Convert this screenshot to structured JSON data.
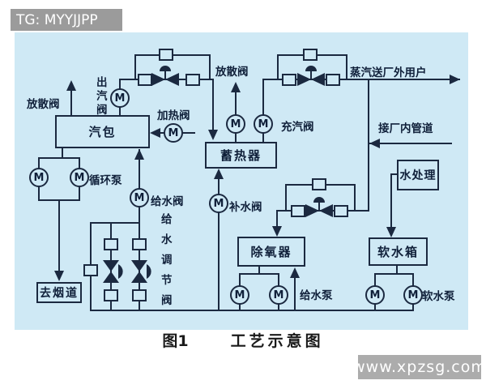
{
  "header": {
    "tag": "TG: MYYJJPP"
  },
  "motor_symbol": "M",
  "equipment": {
    "steam_drum": "汽包",
    "heat_accumulator": "蓄热器",
    "deaerator": "除氧器",
    "soft_water_tank": "软水箱",
    "water_treatment": "水处理",
    "to_flue": "去烟道"
  },
  "labels": {
    "drum_vent_valve": "放散阀",
    "steam_outlet_valve": "出汽阀",
    "heating_valve": "加热阀",
    "circulation_pump": "循环泵",
    "feed_water_valve": "给水阀",
    "feed_water_regulating_valve": "给水调节阀",
    "makeup_water_valve": "补水阀",
    "accumulator_vent_valve": "放散阀",
    "steam_charging_valve": "充汽阀",
    "steam_to_external_users": "蒸汽送厂外用户",
    "to_plant_pipeline": "接厂内管道",
    "feed_water_pump": "给水泵",
    "soft_water_pump": "软水泵"
  },
  "caption": {
    "figure": "图1",
    "title": "工艺示意图"
  },
  "watermark": {
    "url_text": "www.xpzsg.com"
  },
  "colors": {
    "diagram_bg": "#cfe9f5",
    "line": "#1b2940",
    "header_bg": "#9b9b9b",
    "watermark_bg": "#acacac"
  }
}
